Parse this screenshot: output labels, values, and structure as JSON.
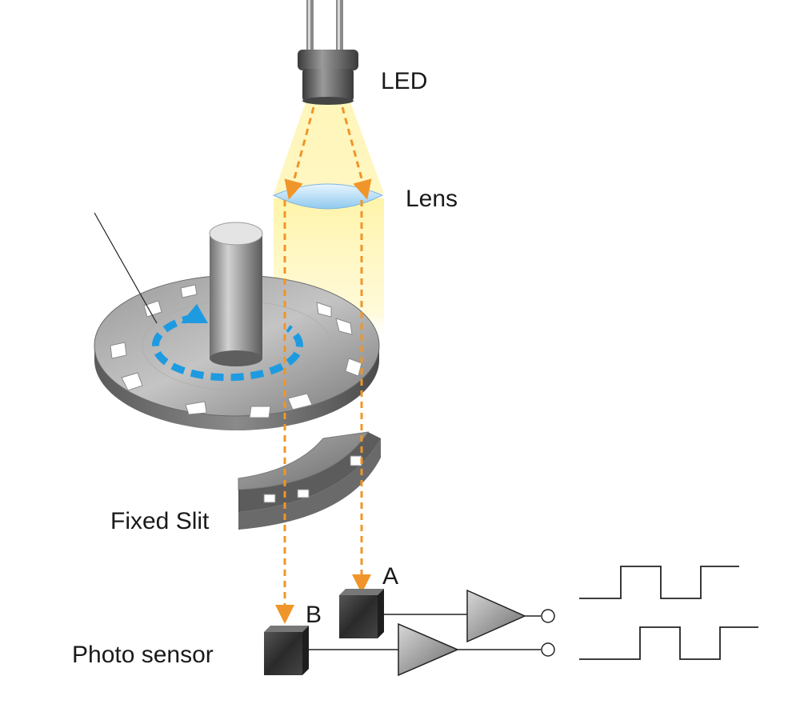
{
  "labels": {
    "led": "LED",
    "lens": "Lens",
    "fixed_slit": "Fixed Slit",
    "channel_a": "A",
    "channel_b": "B",
    "photo_sensor": "Photo sensor"
  },
  "colors": {
    "light_beam": "#fff2a0",
    "light_path": "#f0952a",
    "rotation_arrow": "#1e9be0",
    "metal_dark": "#555555",
    "metal_light": "#b8b8b8",
    "wire": "#222222"
  }
}
